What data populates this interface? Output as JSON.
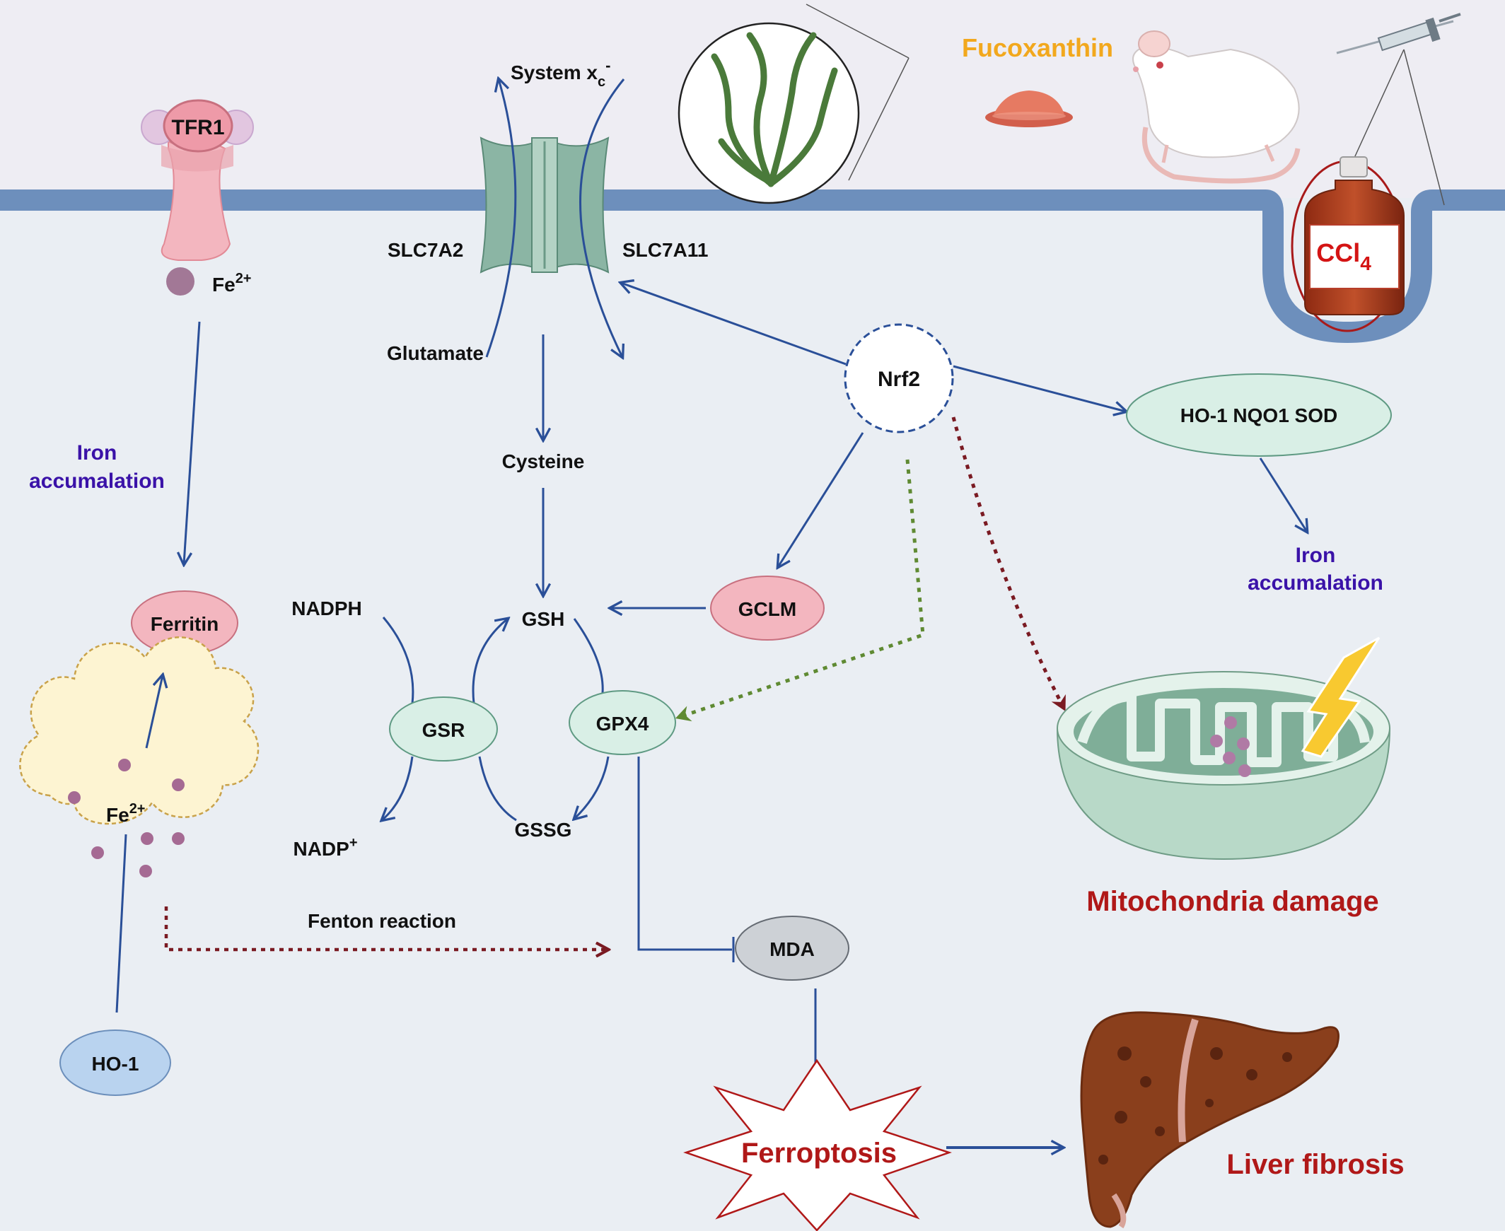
{
  "labels": {
    "tfr1": "TFR1",
    "fe_top": "Fe",
    "fe_top_sup": "2+",
    "iron_acc_left_1": "Iron",
    "iron_acc_left_2": "accumalation",
    "system_xc": "System x",
    "system_xc_sub": "c",
    "system_xc_sup": "-",
    "slc7a2": "SLC7A2",
    "slc7a11": "SLC7A11",
    "glutamate": "Glutamate",
    "cysteine": "Cysteine",
    "fucoxanthin": "Fucoxanthin",
    "ccl4_main": "CCl",
    "ccl4_sub": "4",
    "nrf2": "Nrf2",
    "ho1_nqo1_sod": "HO-1 NQO1 SOD",
    "iron_acc_right_1": "Iron",
    "iron_acc_right_2": "accumalation",
    "ferritin": "Ferritin",
    "nadph": "NADPH",
    "gsh": "GSH",
    "gclm": "GCLM",
    "gsr": "GSR",
    "gpx4": "GPX4",
    "nadp": "NADP",
    "nadp_sup": "+",
    "gssg": "GSSG",
    "fe_cloud": "Fe",
    "fe_cloud_sup": "2+",
    "fenton": "Fenton reaction",
    "mda": "MDA",
    "ho1": "HO-1",
    "mito_damage": "Mitochondria damage",
    "ferroptosis": "Ferroptosis",
    "liver_fibrosis": "Liver fibrosis"
  },
  "colors": {
    "background": "#eaeef3",
    "top_region": "#eeedf3",
    "membrane": "#6d8fbc",
    "arrow": "#2a4f98",
    "dotted_red": "#7a1a22",
    "dotted_green": "#5f8a32",
    "pink_node": "#f3b6bf",
    "green_node": "#d9efe6",
    "blue_node": "#b9d3ef",
    "gray_node": "#cdd1d6",
    "title_red": "#b01818",
    "purple_text": "#3a12a8",
    "orange_text": "#f2a81d"
  }
}
